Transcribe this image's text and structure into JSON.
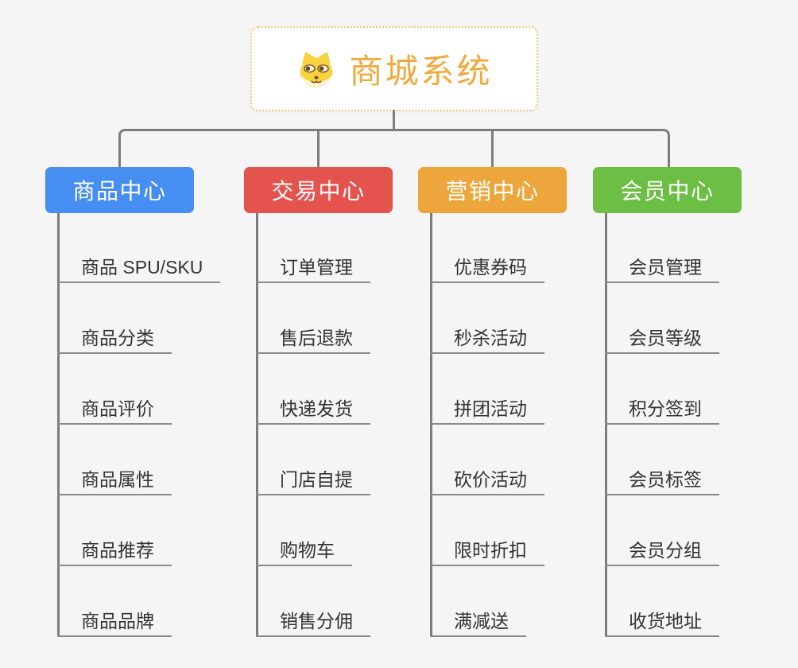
{
  "root": {
    "title": "商城系统",
    "icon": "dog-face-icon",
    "title_color": "#f2a93b",
    "border_color": "#f5c878",
    "background": "#ffffff"
  },
  "connector_color": "#7d7d7d",
  "underline_color": "#8a8a8a",
  "page_background": "#f5f5f5",
  "item_text_color": "#333333",
  "branches": [
    {
      "label": "商品中心",
      "color": "#478ef2",
      "items": [
        "商品 SPU/SKU",
        "商品分类",
        "商品评价",
        "商品属性",
        "商品推荐",
        "商品品牌"
      ]
    },
    {
      "label": "交易中心",
      "color": "#e5534f",
      "items": [
        "订单管理",
        "售后退款",
        "快递发货",
        "门店自提",
        "购物车",
        "销售分佣"
      ]
    },
    {
      "label": "营销中心",
      "color": "#eca63b",
      "items": [
        "优惠券码",
        "秒杀活动",
        "拼团活动",
        "砍价活动",
        "限时折扣",
        "满减送"
      ]
    },
    {
      "label": "会员中心",
      "color": "#6dbe44",
      "items": [
        "会员管理",
        "会员等级",
        "积分签到",
        "会员标签",
        "会员分组",
        "收货地址"
      ]
    }
  ]
}
